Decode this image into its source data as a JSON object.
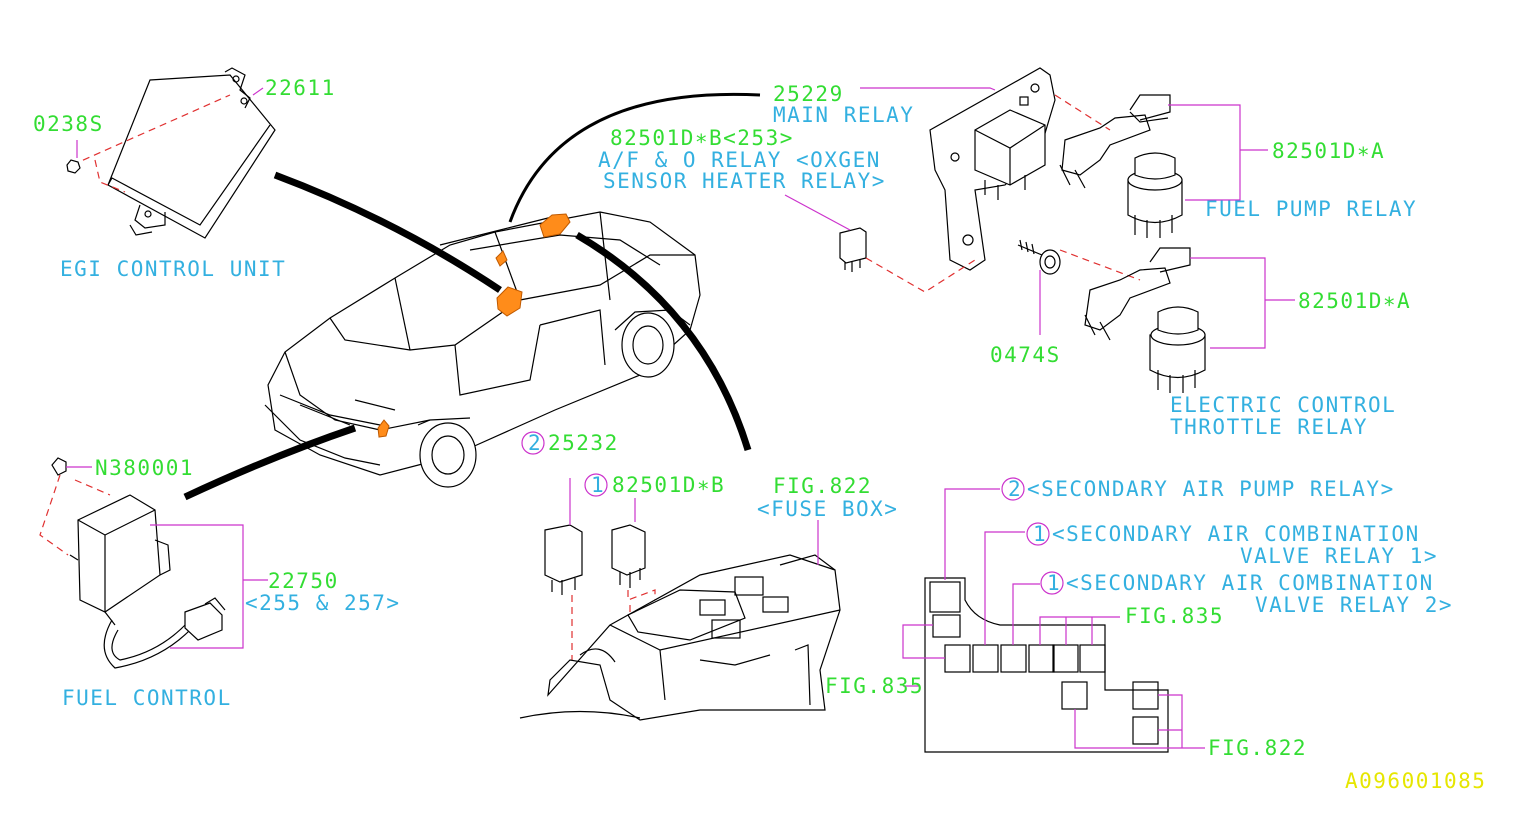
{
  "labels": {
    "egi_pn": "22611",
    "egi_bolt": "0238S",
    "egi_name": "EGI CONTROL UNIT",
    "main_relay_pn": "25229",
    "main_relay_name": "MAIN RELAY",
    "af_relay_pn": "82501D∗B<253>",
    "af_relay_name_1": "A/F & O  RELAY <OXGEN",
    "af_relay_name_2": "SENSOR HEATER RELAY>",
    "fuel_pump_pn": "82501D∗A",
    "fuel_pump_name": "FUEL PUMP RELAY",
    "etc_pn": "82501D∗A",
    "etc_name_1": "ELECTRIC CONTROL",
    "etc_name_2": "THROTTLE RELAY",
    "screw_pn": "0474S",
    "nut_pn": "N380001",
    "fuel_ctrl_pn": "22750",
    "fuel_ctrl_note": "<255 & 257>",
    "fuel_ctrl_name": "FUEL CONTROL",
    "relay2_pn": "25232",
    "relay1_pn": "82501D∗B",
    "fusebox_ref": "FIG.822",
    "fusebox_name": "<FUSE BOX>",
    "sec_air_pump": "<SECONDARY AIR PUMP RELAY>",
    "sec_comb1_a": "<SECONDARY AIR COMBINATION",
    "sec_comb1_b": "VALVE RELAY 1>",
    "sec_comb2_a": "<SECONDARY AIR COMBINATION",
    "sec_comb2_b": "VALVE RELAY 2>",
    "ref_835_a": "FIG.835",
    "ref_835_b": "FIG.835",
    "ref_822": "FIG.822",
    "num_1": "1",
    "num_2": "2",
    "code": "A096001085"
  },
  "colors": {
    "part_number": "#33dd33",
    "part_name": "#33b0e0",
    "leader": "#cc33cc",
    "phantom": "#e03030",
    "highlight": "#ff8c1a",
    "code": "#e6e600"
  }
}
